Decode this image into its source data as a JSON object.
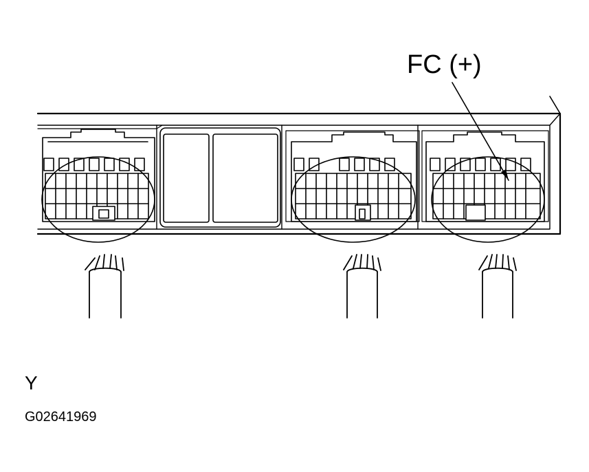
{
  "labels": {
    "terminal": "FC (+)",
    "view_letter": "Y",
    "figure_code": "G02641969"
  },
  "icons": [
    "connector-block-diagram",
    "wire-harness",
    "leader-arrow"
  ]
}
